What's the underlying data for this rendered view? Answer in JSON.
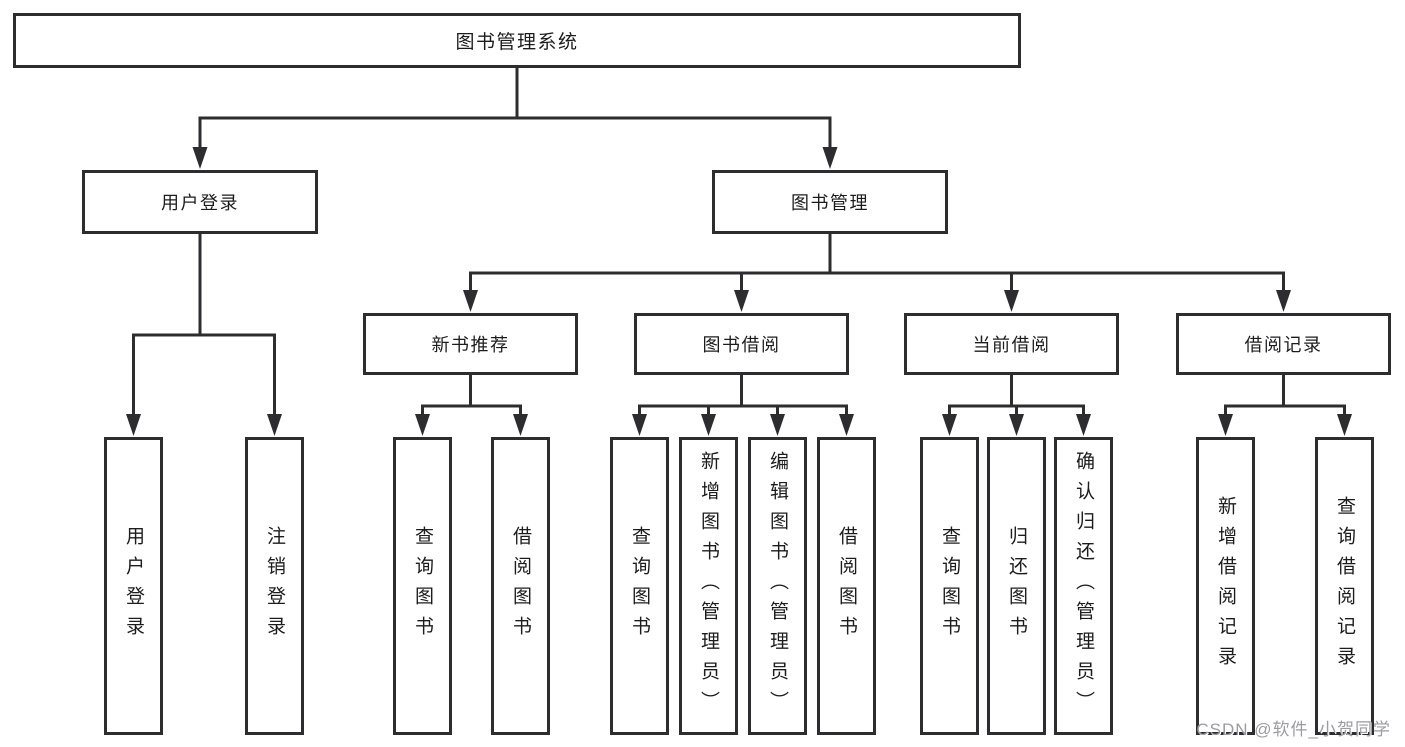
{
  "nodes": {
    "root": {
      "label": "图书管理系统"
    },
    "user_login": {
      "label": "用户登录"
    },
    "book_management": {
      "label": "图书管理"
    },
    "new_book_recommend": {
      "label": "新书推荐"
    },
    "book_borrow": {
      "label": "图书借阅"
    },
    "current_borrow": {
      "label": "当前借阅"
    },
    "borrow_records": {
      "label": "借阅记录"
    },
    "leaf_user_login": {
      "label": "用户登录"
    },
    "leaf_logout": {
      "label": "注销登录"
    },
    "leaf_nb_query_books": {
      "label": "查询图书"
    },
    "leaf_nb_borrow_books": {
      "label": "借阅图书"
    },
    "leaf_bb_query_books": {
      "label": "查询图书"
    },
    "leaf_bb_add_books": {
      "label": "新增图书（管理员）"
    },
    "leaf_bb_edit_books": {
      "label": "编辑图书（管理员）"
    },
    "leaf_bb_borrow_books": {
      "label": "借阅图书"
    },
    "leaf_cb_query_books": {
      "label": "查询图书"
    },
    "leaf_cb_return_books": {
      "label": "归还图书"
    },
    "leaf_cb_confirm_return": {
      "label": "确认归还（管理员）"
    },
    "leaf_br_add_record": {
      "label": "新增借阅记录"
    },
    "leaf_br_query_record": {
      "label": "查询借阅记录"
    }
  },
  "watermark": {
    "text": "CSDN @软件_小贺同学"
  },
  "colors": {
    "line": "#2d2d2f",
    "text": "#1c1c1e",
    "watermark": "#9b9ba1",
    "background": "#ffffff"
  }
}
